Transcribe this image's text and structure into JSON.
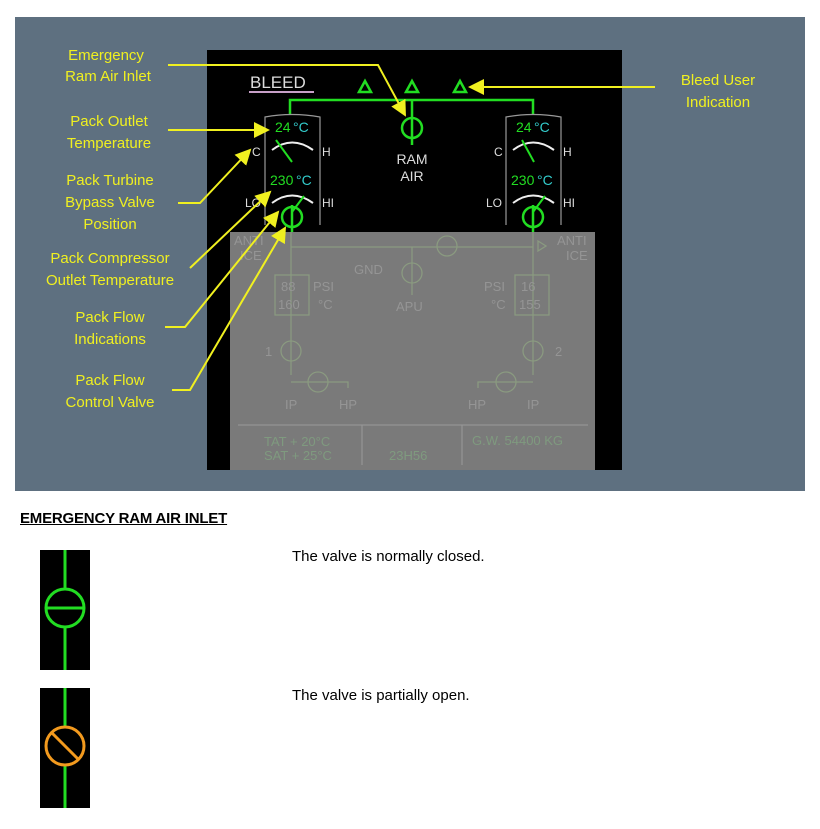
{
  "diagram": {
    "title": "BLEED",
    "ram_air": [
      "RAM",
      "AIR"
    ],
    "left_pack": {
      "outlet_temp_value": "24",
      "outlet_temp_unit": "°C",
      "comp_temp_value": "230",
      "comp_temp_unit": "°C",
      "cold": "C",
      "hot": "H",
      "low": "LO",
      "high": "HI"
    },
    "right_pack": {
      "outlet_temp_value": "24",
      "outlet_temp_unit": "°C",
      "comp_temp_value": "230",
      "comp_temp_unit": "°C",
      "cold": "C",
      "hot": "H",
      "low": "LO",
      "high": "HI"
    },
    "greyed": {
      "anti_ice_left": [
        "ANTI",
        "ICE"
      ],
      "anti_ice_right": [
        "ANTI",
        "ICE"
      ],
      "gnd": "GND",
      "apu": "APU",
      "left_psi": "88",
      "left_temp": "160",
      "right_psi": "16",
      "right_temp": "155",
      "psi_label": "PSI",
      "c_label": "°C",
      "engine_1": "1",
      "engine_2": "2",
      "ip": "IP",
      "hp": "HP",
      "tat": "TAT + 20°C",
      "sat": "SAT + 25°C",
      "time": "23H56",
      "gw": "G.W. 54400 KG"
    },
    "callouts": {
      "emergency_ram_air_inlet": [
        "Emergency",
        "Ram Air Inlet"
      ],
      "pack_outlet_temperature": [
        "Pack Outlet",
        "Temperature"
      ],
      "pack_turbine_bypass": [
        "Pack Turbine",
        "Bypass Valve",
        "Position"
      ],
      "pack_compressor_outlet": [
        "Pack Compressor",
        "Outlet Temperature"
      ],
      "pack_flow_indications": [
        "Pack Flow",
        "Indications"
      ],
      "pack_flow_control_valve": [
        "Pack Flow",
        "Control Valve"
      ],
      "bleed_user_indication": [
        "Bleed User",
        "Indication"
      ]
    }
  },
  "section": {
    "heading": "EMERGENCY RAM AIR INLET",
    "items": [
      {
        "icon": "valve-closed-icon",
        "color": "#22dd22",
        "text": "The valve is normally closed."
      },
      {
        "icon": "valve-partially-open-icon",
        "color": "#f39a1e",
        "text": "The valve is partially open."
      }
    ]
  },
  "colors": {
    "green": "#22dd22",
    "cyan": "#33cccc",
    "callout": "#f0f020",
    "panel_bg": "#5e7080"
  }
}
